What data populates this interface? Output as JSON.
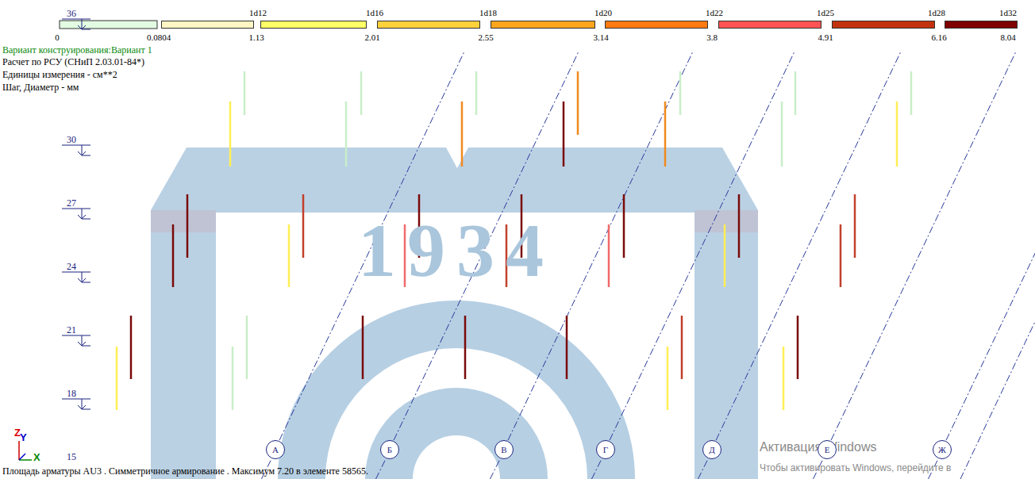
{
  "diagram": {
    "nodes": [
      {
        "text": [
          "А"
        ]
      },
      {
        "text": [
          "Б"
        ]
      },
      {
        "text": [
          "В"
        ]
      },
      {
        "text": [
          "Г"
        ]
      },
      {
        "text": [
          "Д"
        ]
      },
      {
        "text": [
          "Е"
        ]
      },
      {
        "text": [
          "Ж"
        ]
      }
    ],
    "labels": [
      "0",
      "0.0804",
      "1.13",
      "2.01",
      "2.55",
      "3.14",
      "3.8",
      "4.91",
      "6.16",
      "8.04",
      "Вариант конструирования:Вариант 1",
      "Расчет по РСУ (СНиП 2.03.01-84*)",
      "Единицы измерения - см**2",
      "Шаг, Диаметр - мм",
      "36",
      "30",
      "27",
      "24",
      "21",
      "18",
      "15",
      "1934",
      "Площадь арматуры AU3 . Симметричное армирование . Максимум 7.20 в элементе 58565.",
      "Активация Windows",
      "Чтобы активировать Windows, перейдите в",
      "Z",
      "Y",
      "X"
    ],
    "legend": [
      {
        "text": "1d12",
        "color": "#fff6c4"
      },
      {
        "text": "1d16",
        "color": "#ffff66"
      },
      {
        "text": "1d18",
        "color": "#ffd23c"
      },
      {
        "text": "1d20",
        "color": "#ffa51e"
      },
      {
        "text": "1d22",
        "color": "#ff7a10"
      },
      {
        "text": "1d25",
        "color": "#ff5454"
      },
      {
        "text": "1d28",
        "color": "#c2320f"
      },
      {
        "text": "1d32",
        "color": "#7f0000"
      }
    ]
  }
}
